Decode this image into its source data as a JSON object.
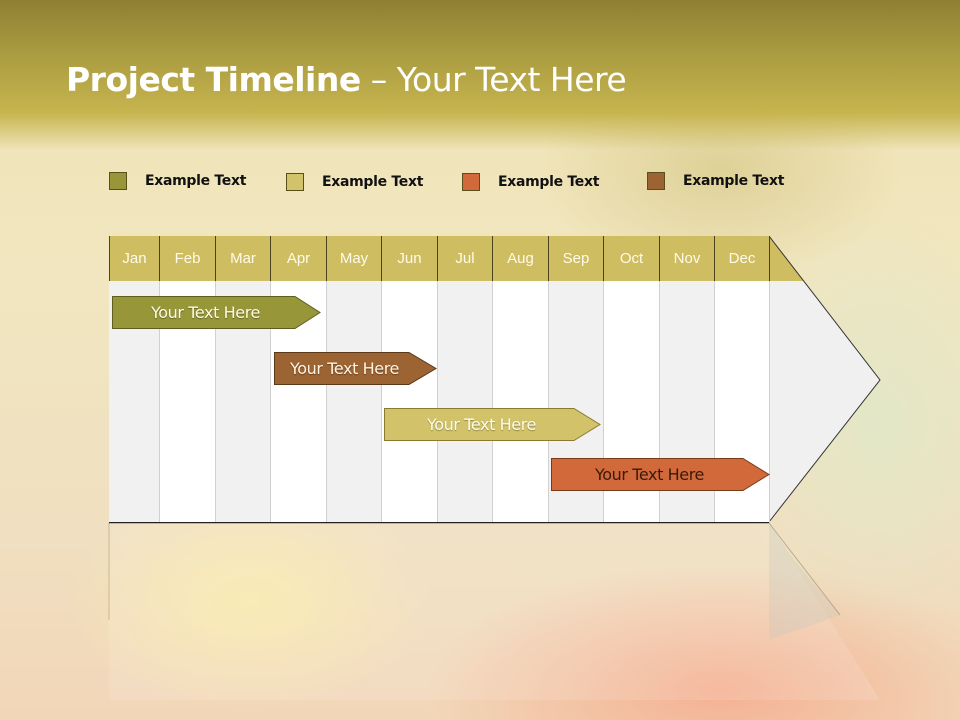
{
  "slide": {
    "title_bold": "Project Timeline",
    "title_rest": " – Your Text Here"
  },
  "legend": [
    {
      "label": "Example Text",
      "color": "#97973a"
    },
    {
      "label": "Example Text",
      "color": "#d2c36a"
    },
    {
      "label": "Example Text",
      "color": "#d2693a"
    },
    {
      "label": "Example Text",
      "color": "#9c6333"
    }
  ],
  "timeline": {
    "months": [
      "Jan",
      "Feb",
      "Mar",
      "Apr",
      "May",
      "Jun",
      "Jul",
      "Aug",
      "Sep",
      "Oct",
      "Nov",
      "Dec"
    ],
    "header_color": "#cfbd62",
    "tasks": [
      {
        "label": "Your  Text Here",
        "start_month": "Jan",
        "end_month": "Apr",
        "color": "#97973a",
        "text_color": "#fffbe0"
      },
      {
        "label": "Your  Text Here",
        "start_month": "Apr",
        "end_month": "Jun",
        "color": "#9c6333",
        "text_color": "#fff4e0"
      },
      {
        "label": "Your  Text Here",
        "start_month": "Jun",
        "end_month": "Sep",
        "color": "#d2c36a",
        "text_color": "#fffbe8"
      },
      {
        "label": "Your  Text Here",
        "start_month": "Sep",
        "end_month": "Dec",
        "color": "#d2693a",
        "text_color": "#3a1a0a"
      }
    ]
  }
}
